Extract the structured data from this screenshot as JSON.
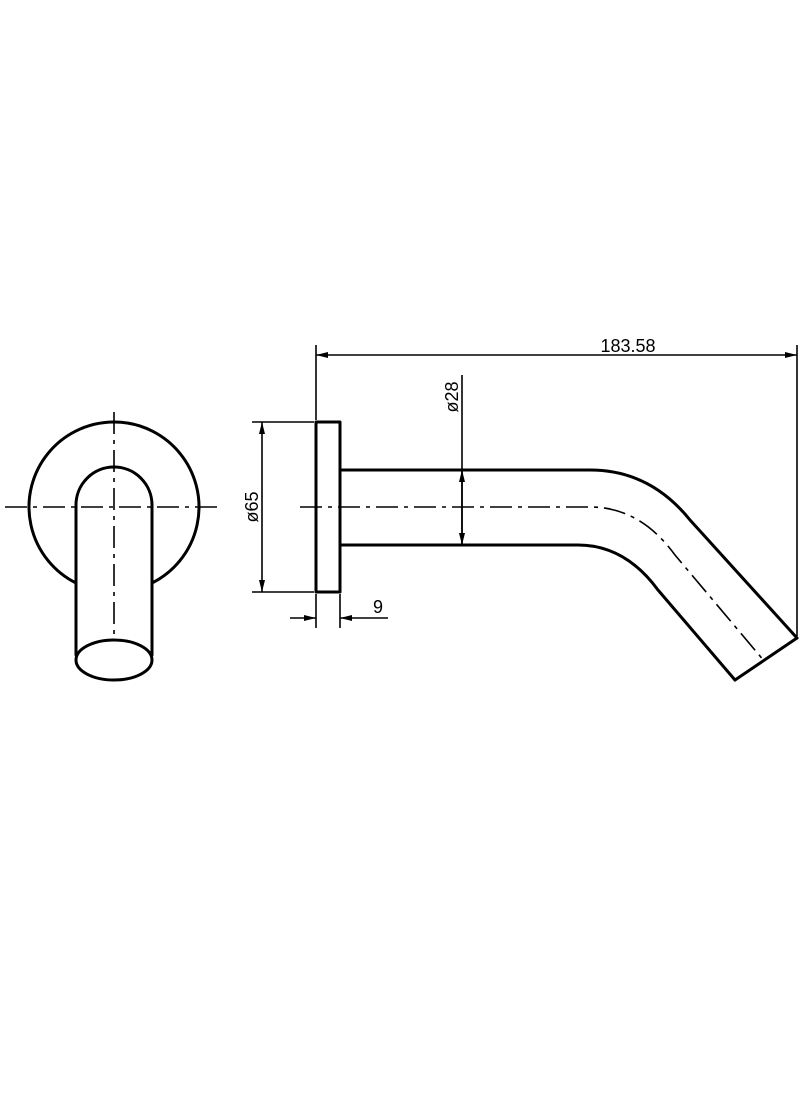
{
  "dimensions": {
    "length": "183.58",
    "spout_diameter": "ø28",
    "flange_diameter": "ø65",
    "flange_thickness": "9"
  },
  "colors": {
    "line": "#000000",
    "background": "#ffffff"
  }
}
